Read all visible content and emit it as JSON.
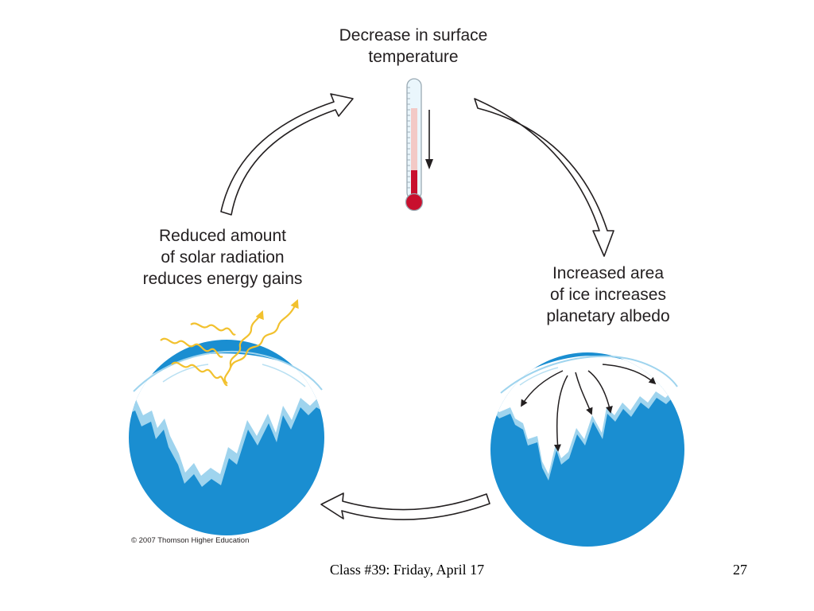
{
  "labels": {
    "top": [
      "Decrease in surface",
      "temperature"
    ],
    "right": [
      "Increased area",
      "of ice increases",
      "planetary albedo"
    ],
    "left": [
      "Reduced amount",
      "of solar radiation",
      "reduces energy gains"
    ]
  },
  "copyright": "© 2007 Thomson Higher Education",
  "footer": {
    "text": "Class #39: Friday, April 17",
    "page_number": "27"
  },
  "colors": {
    "ocean": "#1a8ed1",
    "ice_edge": "#9fd4ee",
    "thermometer_red": "#c8102e",
    "sun_ray": "#f2c12e",
    "outline": "#231f20"
  },
  "icons": {
    "thermometer": "thermometer-icon",
    "earth": "earth-globe-icon",
    "cycle_arrow": "cycle-arrow-icon",
    "sun_ray": "sun-ray-icon"
  }
}
